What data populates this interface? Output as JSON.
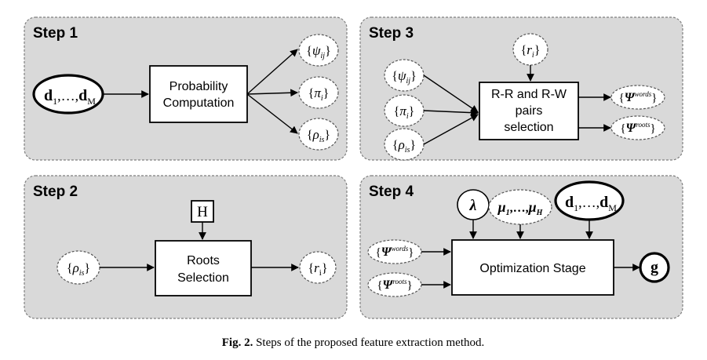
{
  "steps": {
    "step1": {
      "label": "Step 1",
      "input": {
        "d": "d",
        "sub_first": "1",
        "dots": ",…,",
        "sub_last": "M"
      },
      "box_line1": "Probability",
      "box_line2": "Computation",
      "outputs": [
        "ψ",
        "π",
        "ρ"
      ],
      "output_subs": [
        "ij",
        "i",
        "is"
      ]
    },
    "step2": {
      "label": "Step 2",
      "input": "ρ",
      "input_sub": "is",
      "h_label": "H",
      "box_line1": "Roots",
      "box_line2": "Selection",
      "output": "r",
      "output_sub": "i"
    },
    "step3": {
      "label": "Step 3",
      "top_input": "r",
      "top_input_sub": "i",
      "inputs": [
        "ψ",
        "π",
        "ρ"
      ],
      "input_subs": [
        "ij",
        "i",
        "is"
      ],
      "box_line1": "R-R and R-W",
      "box_line2": "pairs",
      "box_line3": "selection",
      "outputs": [
        "Ψ",
        "Ψ"
      ],
      "output_sups": [
        "words",
        "roots"
      ]
    },
    "step4": {
      "label": "Step 4",
      "lambda": "λ",
      "mu": "μ",
      "mu_sub1": "1",
      "mu_dots": ",…,",
      "mu_subH": "H",
      "input_d": {
        "d": "d",
        "sub_first": "1",
        "dots": ",…,",
        "sub_last": "M"
      },
      "inputs": [
        "Ψ",
        "Ψ"
      ],
      "input_sups": [
        "words",
        "roots"
      ],
      "box_label": "Optimization Stage",
      "output": "g"
    }
  },
  "caption": {
    "prefix": "Fig. 2.",
    "text": "Steps of the proposed feature extraction method."
  }
}
